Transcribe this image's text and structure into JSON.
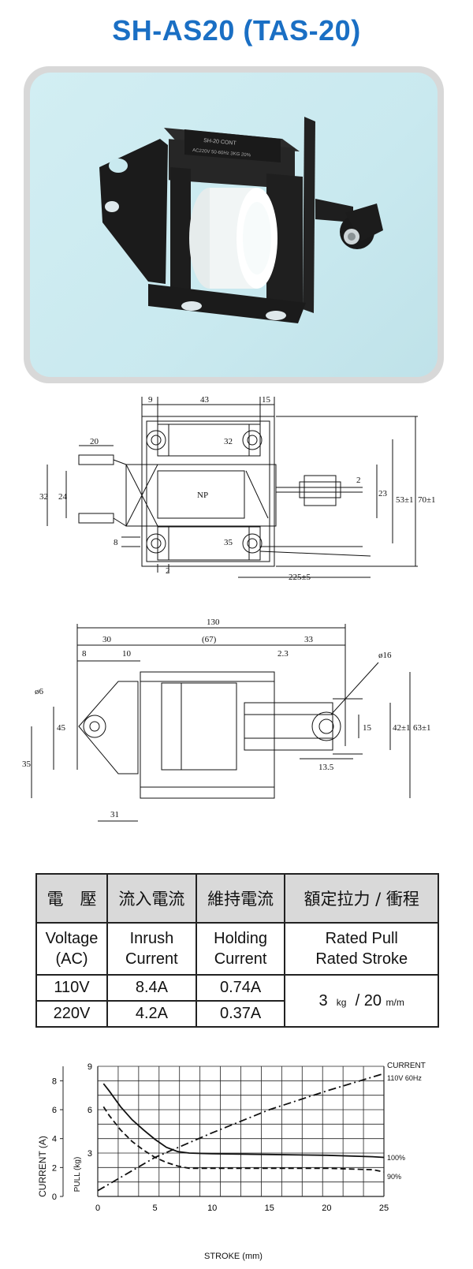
{
  "title": "SH-AS20 (TAS-20)",
  "photo": {
    "label_line1": "SH-20   CONT",
    "label_line2": "AC220V 50-60Hz 3KG 20%"
  },
  "top_drawing": {
    "dims": {
      "d9": "9",
      "d43": "43",
      "d15": "15",
      "d20": "20",
      "d32": "32",
      "d24": "24",
      "d32b": "32",
      "d35": "35",
      "d8": "8",
      "d2": "2",
      "d2b": "2",
      "d23": "23",
      "d53": "53±1",
      "d70": "70±1",
      "d225": "225±5",
      "np": "NP"
    }
  },
  "side_drawing": {
    "dims": {
      "d130": "130",
      "d30": "30",
      "d67": "(67)",
      "d33": "33",
      "d8": "8",
      "d10": "10",
      "d23": "2.3",
      "d16": "ø16",
      "d6": "ø6",
      "d45": "45",
      "d35": "35",
      "d15": "15",
      "d42": "42±1",
      "d63": "63±1",
      "d135": "13.5",
      "d31": "31"
    }
  },
  "table": {
    "headers": [
      "電　壓",
      "流入電流",
      "維持電流",
      "額定拉力 / 衝程"
    ],
    "subheaders": [
      [
        "Voltage",
        "(AC)"
      ],
      [
        "Inrush",
        "Current"
      ],
      [
        "Holding",
        "Current"
      ],
      [
        "Rated Pull",
        "Rated Stroke"
      ]
    ],
    "rows": [
      {
        "voltage": "110V",
        "inrush": "8.4A",
        "holding": "0.74A"
      },
      {
        "voltage": "220V",
        "inrush": "4.2A",
        "holding": "0.37A"
      }
    ],
    "rated": {
      "pull": "3",
      "pull_unit": "kg",
      "sep": "/",
      "stroke": "20",
      "stroke_unit": "m/m"
    }
  },
  "chart_data": {
    "type": "line",
    "xlabel": "STROKE (mm)",
    "ylabel_outer": "CURRENT (A)",
    "ylabel_inner": "PULL (kg)",
    "xlim": [
      0,
      25
    ],
    "ylim_current": [
      0,
      9
    ],
    "x_ticks": [
      "0",
      "5",
      "10",
      "15",
      "20",
      "25"
    ],
    "current_ticks": [
      "0",
      "2",
      "4",
      "6",
      "8"
    ],
    "pull_ticks": [
      "3",
      "6",
      "9"
    ],
    "annotations": {
      "current": "CURRENT",
      "freq": "110V 60Hz",
      "p100": "100%",
      "p90": "90%"
    },
    "series": [
      {
        "name": "CURRENT",
        "style": "dashdot",
        "x": [
          0,
          5,
          10,
          15,
          20,
          25
        ],
        "y": [
          0.4,
          2.7,
          4.4,
          6.0,
          7.3,
          8.5
        ]
      },
      {
        "name": "100%",
        "style": "solid",
        "x": [
          0.5,
          1,
          2,
          3,
          4,
          5,
          6,
          7,
          8,
          10,
          15,
          20,
          24,
          25
        ],
        "y": [
          7.8,
          7.3,
          6.2,
          5.3,
          4.6,
          3.95,
          3.4,
          3.1,
          3.0,
          2.95,
          2.9,
          2.85,
          2.75,
          2.7
        ]
      },
      {
        "name": "90%",
        "style": "dashed",
        "x": [
          0.5,
          1,
          2,
          3,
          4,
          5,
          6,
          7,
          8,
          10,
          15,
          20,
          24,
          25
        ],
        "y": [
          6.2,
          5.6,
          4.6,
          3.8,
          3.2,
          2.7,
          2.35,
          2.1,
          1.95,
          1.95,
          1.95,
          1.95,
          1.85,
          1.7
        ]
      }
    ]
  }
}
